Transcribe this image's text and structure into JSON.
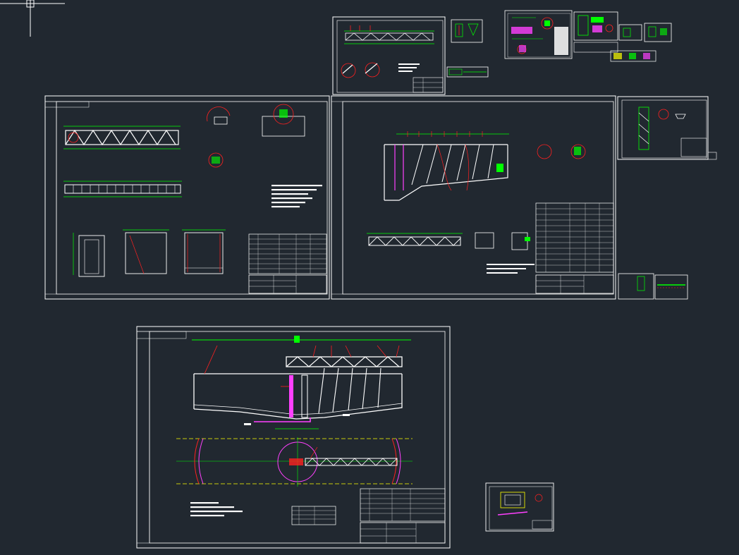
{
  "viewport": {
    "name": "cad-model-space",
    "background": "#212830"
  },
  "colors": {
    "frame": "#ffffff",
    "green": "#00ff00",
    "red": "#ff2020",
    "magenta": "#ff40ff",
    "yellow": "#ffff00",
    "cyan": "#00e0ff",
    "text": "#ffffff"
  },
  "cursor": {
    "type": "crosshair-pickbox"
  },
  "sheets": [
    {
      "id": "sheet-top-small-1"
    },
    {
      "id": "sheet-top-tiny-2"
    },
    {
      "id": "sheet-top-small-3"
    },
    {
      "id": "sheet-top-small-4"
    },
    {
      "id": "sheet-left-large"
    },
    {
      "id": "sheet-middle-large"
    },
    {
      "id": "sheet-right-small"
    },
    {
      "id": "sheet-right-tiny"
    },
    {
      "id": "sheet-bottom-large"
    },
    {
      "id": "sheet-bottom-small"
    }
  ]
}
